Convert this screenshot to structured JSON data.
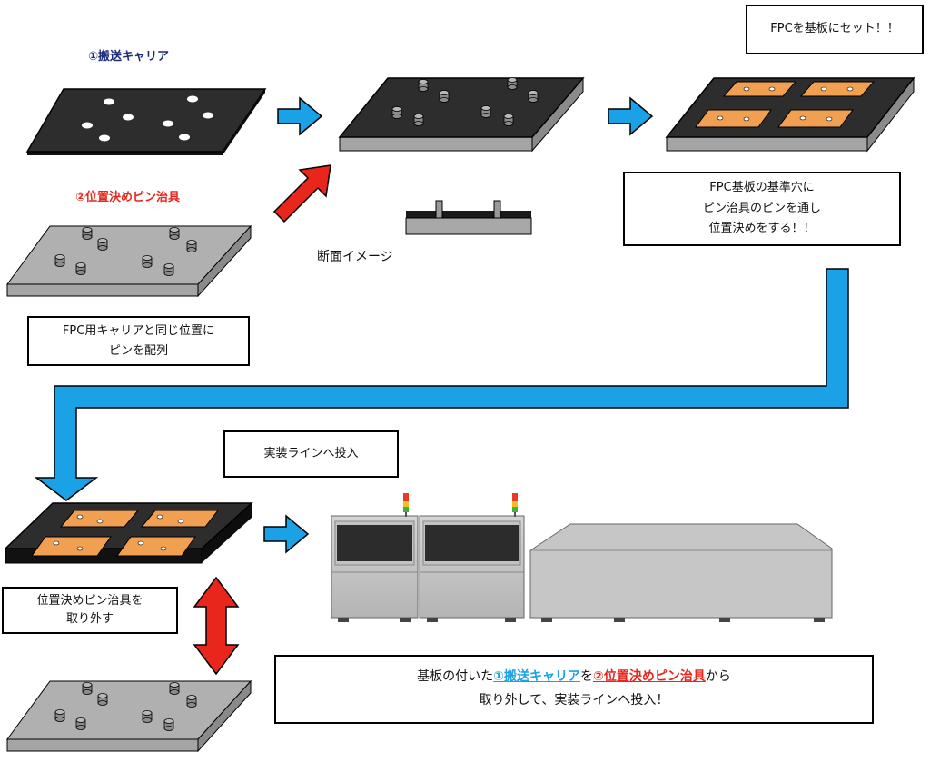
{
  "titles": {
    "carrier": "①搬送キャリア",
    "jig": "②位置決めピン治具"
  },
  "colors": {
    "carrier_title": "#1b2a7a",
    "jig_title": "#e8261c",
    "arrow_blue": "#1aa1e6",
    "arrow_red": "#e8261c",
    "fpc_orange": "#f0a050"
  },
  "captions": {
    "cross_section": "断面イメージ",
    "set_fpc": "FPCを基板にセット！！",
    "pin_layout_1": "FPC用キャリアと同じ位置に",
    "pin_layout_2": "ピンを配列",
    "positioning_1": "FPC基板の基準穴に",
    "positioning_2": "ピン治具のピンを通し",
    "positioning_3": "位置決めをする！！",
    "line_input": "実装ラインへ投入",
    "remove_jig_1": "位置決めピン治具を",
    "remove_jig_2": "取り外す",
    "final_pre": "基板の付いた",
    "final_carrier": "①搬送キャリア",
    "final_mid": "を",
    "final_jig": "②位置決めピン治具",
    "final_post": "から",
    "final_line2": "取り外して、実装ラインへ投入！"
  },
  "icons": [
    "arrow-right-icon",
    "arrow-diagonal-icon",
    "elbow-arrow-icon",
    "double-arrow-icon",
    "signal-tower-icon"
  ]
}
